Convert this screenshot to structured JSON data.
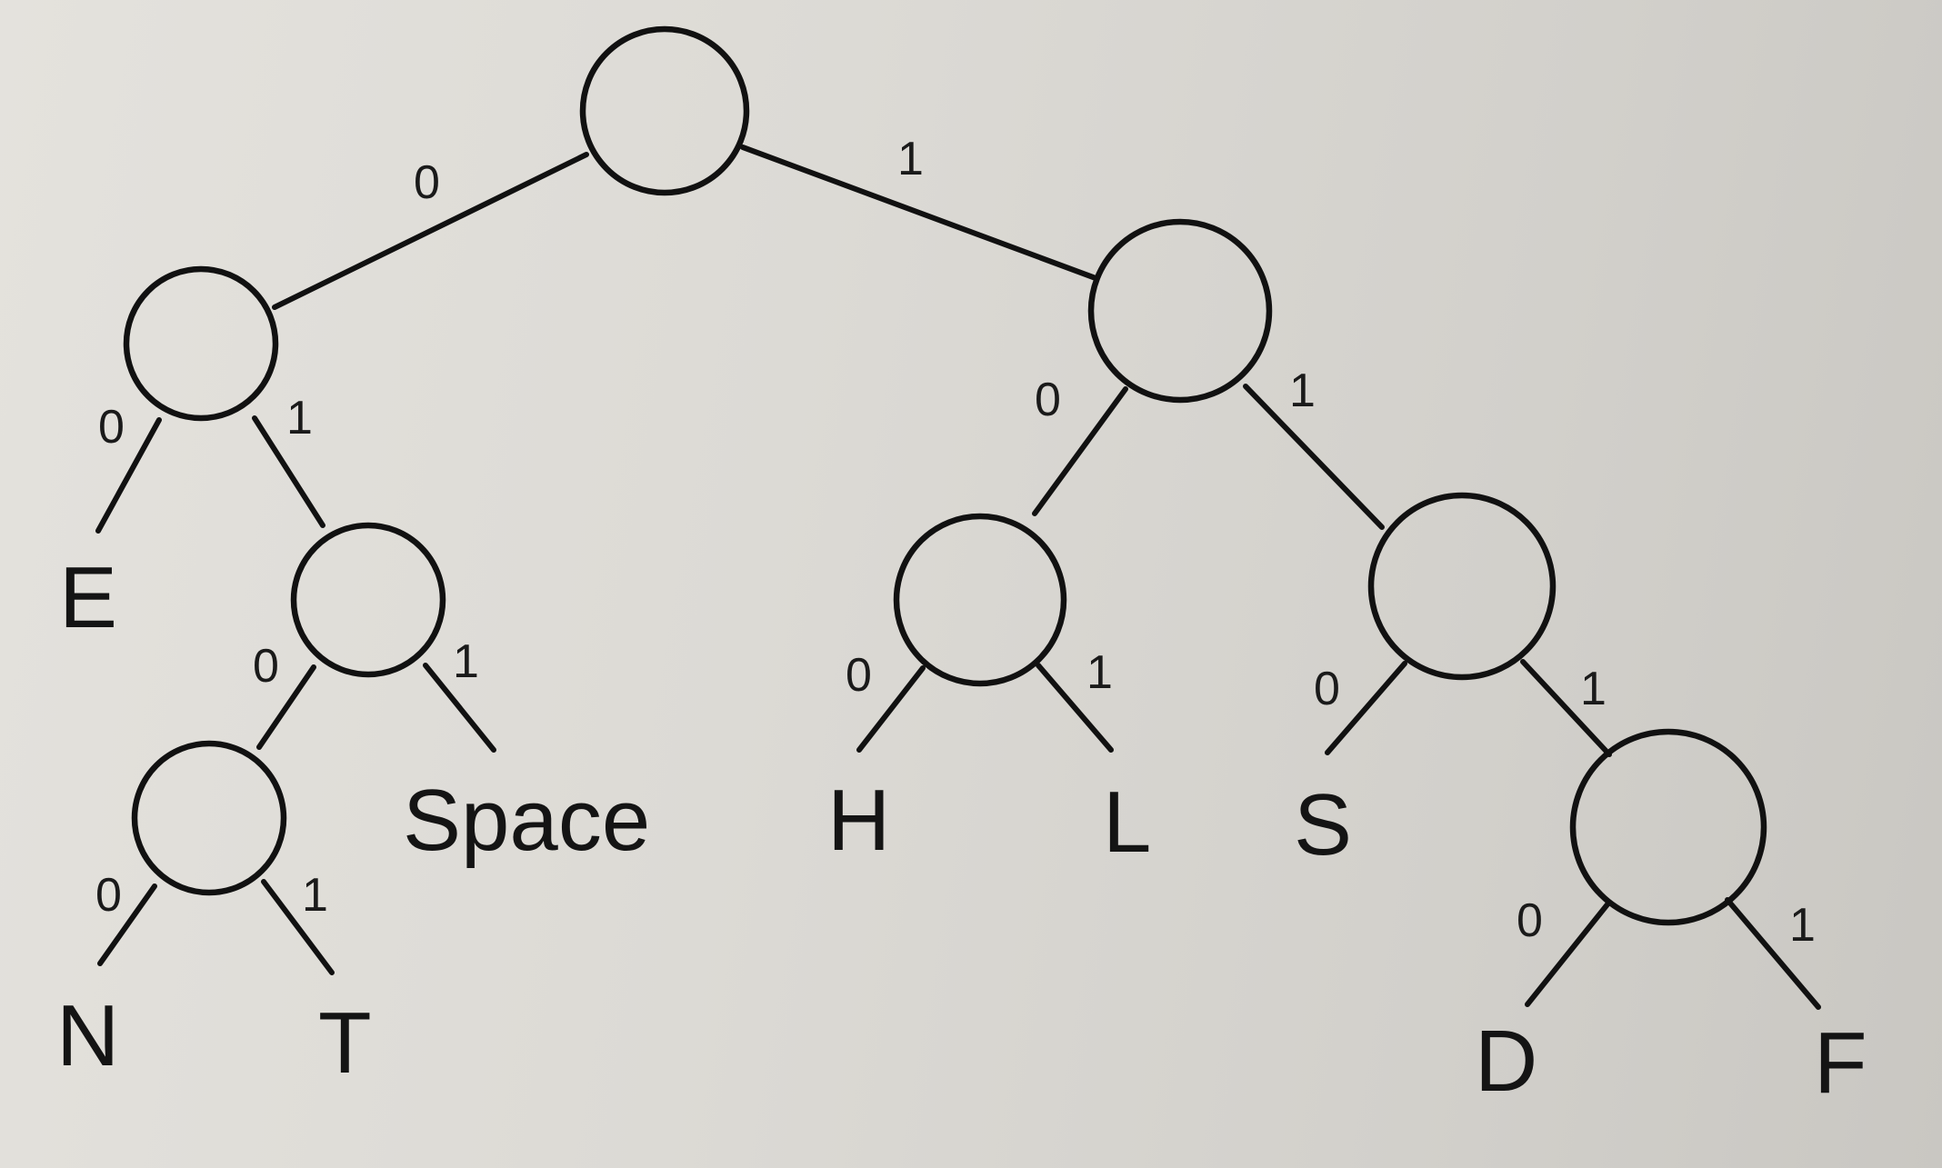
{
  "tree": {
    "bits": {
      "root_left": "0",
      "root_right": "1",
      "L_left": "0",
      "L_right": "1",
      "LR_left": "0",
      "LR_right": "1",
      "LRL_left": "0",
      "LRL_right": "1",
      "R_left": "0",
      "R_right": "1",
      "RL_left": "0",
      "RL_right": "1",
      "RR_left": "0",
      "RR_right": "1",
      "RRR_left": "0",
      "RRR_right": "1"
    },
    "leaves": {
      "E": "E",
      "N": "N",
      "T": "T",
      "Space": "Space",
      "H": "H",
      "L": "L",
      "S": "S",
      "D": "D",
      "F": "F"
    }
  }
}
